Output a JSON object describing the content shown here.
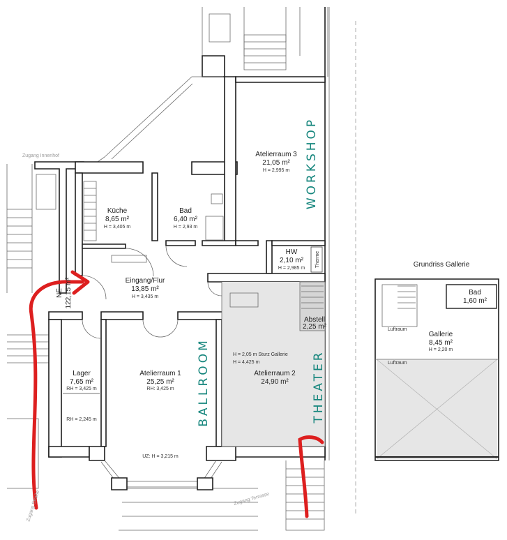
{
  "plan": {
    "rooms": {
      "kueche": {
        "name": "Küche",
        "area": "8,65 m²",
        "height": "H = 3,405 m"
      },
      "bad": {
        "name": "Bad",
        "area": "6,40 m²",
        "height": "H = 2,93 m"
      },
      "atelier3": {
        "name": "Atelierraum 3",
        "area": "21,05 m²",
        "height": "H = 2,995 m"
      },
      "hw": {
        "name": "HW",
        "area": "2,10 m²",
        "height": "H = 2,985 m",
        "therme": "Therme"
      },
      "eingang": {
        "name": "Eingang/Flur",
        "area": "13,85 m²",
        "height": "H = 3,435 m"
      },
      "abstell": {
        "name": "Abstell",
        "area": "2,25 m²"
      },
      "lager": {
        "name": "Lager",
        "area": "7,65 m²",
        "rh1": "RH = 3,425 m",
        "rh2": "RH = 2,245 m"
      },
      "atelier1": {
        "name": "Atelierraum 1",
        "area": "25,25 m²",
        "rh": "RH: 3,425 m",
        "uz": "UZ: H = 3,215 m"
      },
      "atelier2": {
        "name": "Atelierraum 2",
        "area": "24,90 m²",
        "note1": "H = 2,05 m  Sturz Gallerie",
        "note2": "H = 4,425 m"
      },
      "ne": {
        "name": "NE",
        "area": "122,15 m²"
      }
    },
    "labels": {
      "workshop": "WORKSHOP",
      "ballroom": "BALLROOM",
      "theater": "THEATER",
      "zugang_innenhof": "Zugang Innenhof",
      "zugang_terrasse": "Zugang Terrasse",
      "zugang_strasse": "Zugang Straße"
    },
    "gallery": {
      "title": "Grundriss Gallerie",
      "bad_name": "Bad",
      "bad_area": "1,60 m²",
      "name": "Gallerie",
      "area": "8,45 m²",
      "height": "H = 2,20 m",
      "luftraum1": "Luftraum",
      "luftraum2": "Luftraum"
    },
    "colors": {
      "accent": "#16867d",
      "arrow": "#dd1f1f"
    }
  }
}
